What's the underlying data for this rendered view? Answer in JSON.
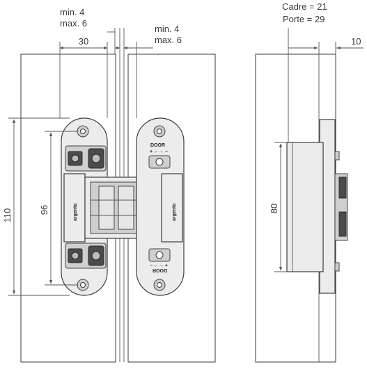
{
  "dimensions": {
    "left_adjust": {
      "line1": "min. 4",
      "line2": "max. 6"
    },
    "right_adjust": {
      "line1": "min. 4",
      "line2": "max. 6"
    },
    "width_30": "30",
    "height_110": "110",
    "height_96": "96",
    "side_line1": "Cadre = 21",
    "side_line2": "Porte = 29",
    "side_10": "10",
    "side_80": "80"
  },
  "hinge_marks": {
    "brand": "argenta",
    "door_top": "DOOR",
    "door_bottom": "DOOR"
  }
}
